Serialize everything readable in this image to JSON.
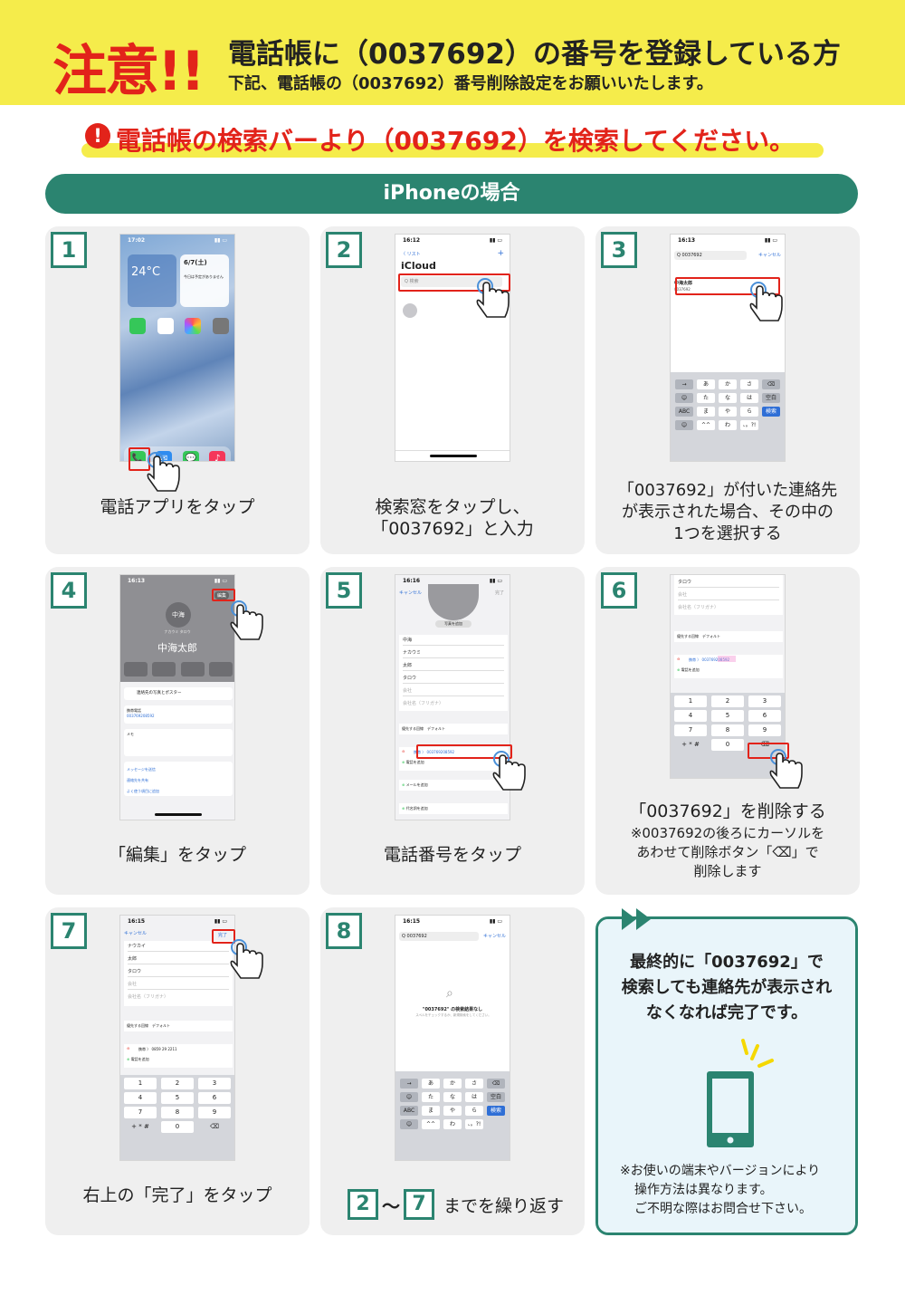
{
  "header": {
    "warning": "注意!!",
    "title": "電話帳に（0037692）の番号を登録している方",
    "subtitle": "下記、電話帳の（0037692）番号削除設定をお願いいたします。"
  },
  "notice": {
    "icon": "!",
    "text": "電話帳の検索バーより（0037692）を検索してください。"
  },
  "banner": "iPhoneの場合",
  "colors": {
    "accent": "#2b8470",
    "warning": "#e2231a",
    "header_bg": "#f5ec4b"
  },
  "steps": [
    {
      "num": "1",
      "caption": "電話アプリをタップ"
    },
    {
      "num": "2",
      "caption_l1": "検索窓をタップし、",
      "caption_l2": "「0037692」と入力"
    },
    {
      "num": "3",
      "caption_l1": "「0037692」が付いた連絡先",
      "caption_l2": "が表示された場合、その中の",
      "caption_l3": "1つを選択する"
    },
    {
      "num": "4",
      "caption": "「編集」をタップ"
    },
    {
      "num": "5",
      "caption": "電話番号をタップ"
    },
    {
      "num": "6",
      "caption": "「0037692」を削除する",
      "note_l1": "※0037692の後ろにカーソルを",
      "note_l2": "あわせて削除ボタン「⌫」で",
      "note_l3": "削除します"
    },
    {
      "num": "7",
      "caption": "右上の「完了」をタップ"
    },
    {
      "num": "8",
      "from": "2",
      "tilde": "～",
      "to": "7",
      "caption": "までを繰り返す"
    }
  ],
  "phones": {
    "s1": {
      "time": "17:02",
      "date": "6/7(土)",
      "temp": "24°C",
      "weather": "今日は予定がありません",
      "dock": [
        "📞",
        "✉",
        "💬",
        "♪"
      ]
    },
    "s2": {
      "time": "16:12",
      "back": "〈 リスト",
      "plus": "+",
      "title": "iCloud",
      "search": "Q 検索"
    },
    "s3": {
      "time": "16:13",
      "search": "Q 0037692",
      "cancel": "キャンセル",
      "result_name": "中海太郎",
      "result_num": "0037692"
    },
    "s4": {
      "time": "16:13",
      "edit": "編集",
      "initials": "中海",
      "name": "中海太郎",
      "kana": "ナカウミ タロウ",
      "row1": "連絡先の写真とポスター",
      "row2_label": "携帯電話",
      "row2": "003769208592",
      "row3": "メモ",
      "row4": "メッセージを送信",
      "row5": "連絡先を共有",
      "row6": "よく使う項目に追加"
    },
    "s5": {
      "time": "16:16",
      "cancel": "キャンセル",
      "done": "完了",
      "add_photo": "写真を追加",
      "f1": "中海",
      "f2": "ナカウミ",
      "f3": "太郎",
      "f4": "タロウ",
      "f5": "会社",
      "f6": "会社名（フリガナ）",
      "pref": "優先する回線　デフォルト",
      "phone": "携帯 〉 003769208592",
      "add_phone": "電話を追加",
      "add_mail": "メールを追加",
      "add_pron": "代名詞を追加"
    },
    "s6": {
      "f1": "タロウ",
      "f2": "会社",
      "f3": "会社名（フリガナ）",
      "pref": "優先する回線　デフォルト",
      "phone": "携帯 〉 003769208592",
      "add_phone": "電話を追加"
    },
    "s7": {
      "time": "16:15",
      "cancel": "キャンセル",
      "done": "完了",
      "f1": "ナウカイ",
      "f2": "太郎",
      "f3": "タロウ",
      "f4": "会社",
      "f5": "会社名（フリガナ）",
      "pref": "優先する回線　デフォルト",
      "phone": "携帯 〉 0859 29 2211",
      "add_phone": "電話を追加"
    },
    "s8": {
      "time": "16:15",
      "search": "Q 0037692",
      "cancel": "キャンセル",
      "no_result": "\"0037692\" の検索結果なし",
      "hint": "スペルをチェックするか、新規検索をしてください。"
    },
    "numkeys": [
      "1",
      "2",
      "3",
      "4",
      "5",
      "6",
      "7",
      "8",
      "9",
      "+ * #",
      "0",
      "⌫"
    ],
    "kanakeys": [
      [
        "→",
        "あ",
        "か",
        "さ",
        "⌫"
      ],
      [
        "☺",
        "た",
        "な",
        "は",
        "空白"
      ],
      [
        "ABC",
        "ま",
        "や",
        "ら",
        "検索"
      ],
      [
        "☺",
        "^^",
        "わ",
        "、。?!",
        ""
      ]
    ]
  },
  "final": {
    "title_l1": "最終的に「0037692」で",
    "title_l2": "検索しても連絡先が表示され",
    "title_l3": "なくなれば完了です。",
    "note_l1": "※お使いの端末やバージョンにより",
    "note_l2": "操作方法は異なります。",
    "note_l3": "ご不明な際はお問合せ下さい。"
  }
}
